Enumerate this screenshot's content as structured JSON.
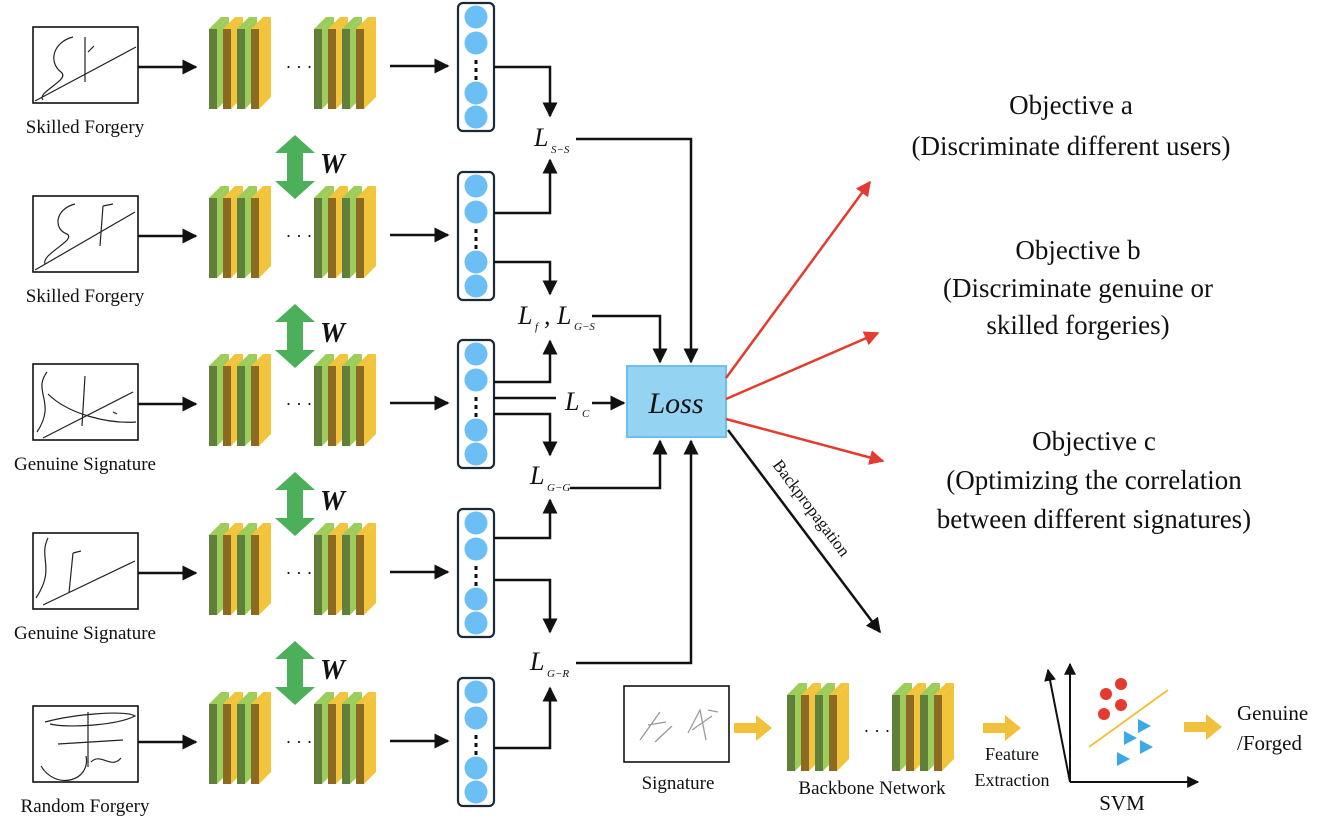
{
  "rows": [
    {
      "label": "Skilled Forgery"
    },
    {
      "label": "Skilled Forgery"
    },
    {
      "label": "Genuine Signature"
    },
    {
      "label": "Genuine Signature"
    },
    {
      "label": "Random Forgery"
    }
  ],
  "shared_weight_label": "W",
  "ellipsis": "· · ·",
  "losses": {
    "ss": {
      "main": "L",
      "sub": "S−S"
    },
    "f": {
      "main": "L",
      "sub": "f"
    },
    "gs": {
      "main": "L",
      "sub": "G−S"
    },
    "comma": ",",
    "c": {
      "main": "L",
      "sub": "C"
    },
    "gg": {
      "main": "L",
      "sub": "G−G"
    },
    "gr": {
      "main": "L",
      "sub": "G−R"
    }
  },
  "loss_box_label": "Loss",
  "objectives": [
    {
      "title": "Objective a",
      "lines": [
        "(Discriminate different users)"
      ]
    },
    {
      "title": "Objective b",
      "lines": [
        "(Discriminate genuine or",
        "skilled forgeries)"
      ]
    },
    {
      "title": "Objective c",
      "lines": [
        "(Optimizing the correlation",
        "between different signatures)"
      ]
    }
  ],
  "backprop_label": "Backpropagation",
  "inference": {
    "signature_label": "Signature",
    "backbone_label": "Backbone Network",
    "feature_extraction_lines": [
      "Feature",
      "Extraction"
    ],
    "svm_label": "SVM",
    "output_lines": [
      "Genuine",
      "/Forged"
    ]
  },
  "colors": {
    "layer_dark_green": "#5f7f3a",
    "layer_light_green": "#9ccc5a",
    "layer_brown": "#8c6a22",
    "layer_gold": "#f2c43c",
    "node_blue": "#6bbff5",
    "loss_fill": "#95d3f2",
    "shared_arrow_green": "#4caf5a",
    "objective_arrow_red": "#e53a2e",
    "flow_arrow_yellow": "#f2c13c",
    "svm_red": "#e53a2e",
    "svm_blue": "#3ba8e8"
  }
}
